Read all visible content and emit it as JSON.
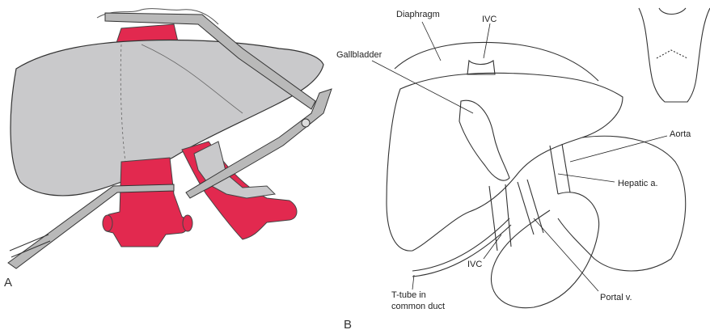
{
  "panels": {
    "a": {
      "letter": "A"
    },
    "b": {
      "letter": "B"
    }
  },
  "labels": {
    "diaphragm": "Diaphragm",
    "ivc_top": "IVC",
    "gallbladder": "Gallbladder",
    "aorta": "Aorta",
    "hepatic_a": "Hepatic a.",
    "ivc_bottom": "IVC",
    "portal_v": "Portal v.",
    "t_tube_line1": "T-tube in",
    "t_tube_line2": "common duct"
  },
  "colors": {
    "liver_fill": "#c9c9cb",
    "vessel_red": "#e2294f",
    "line": "#333333",
    "instrument": "#b9b9b9"
  }
}
